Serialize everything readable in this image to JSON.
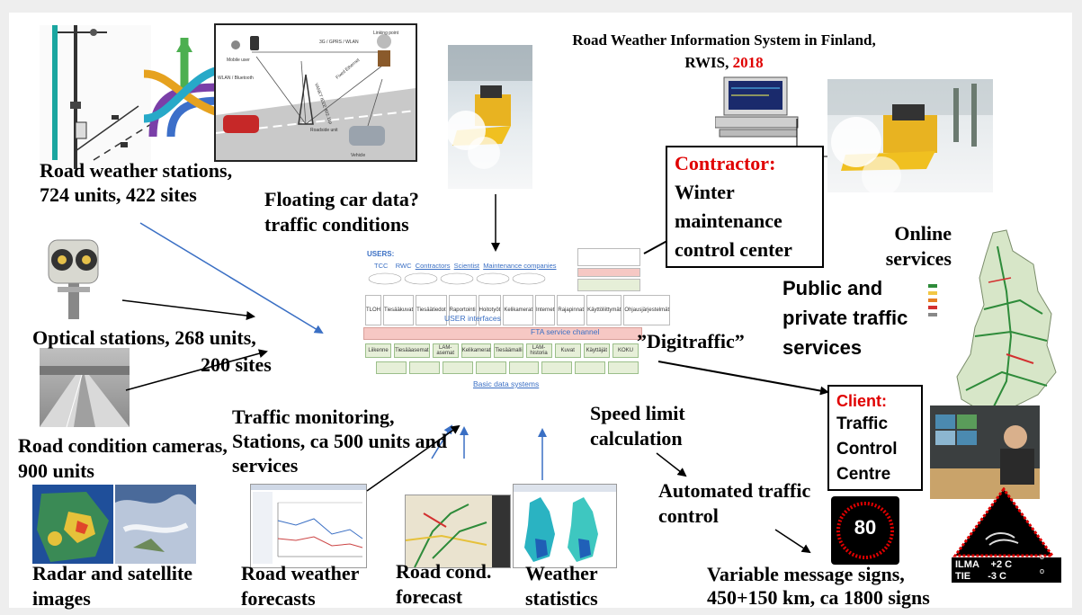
{
  "title": {
    "line1": "Road Weather Information System in Finland,",
    "line2_prefix": "RWIS, ",
    "line2_year": "2018"
  },
  "labels": {
    "rws": "Road weather stations, 724 units, 422 sites",
    "floating": "Floating car data? traffic conditions",
    "optical": "Optical stations, 268 units,",
    "optical_sites": "200 sites",
    "cameras": "Road condition cameras, 900 units",
    "tms": "Traffic monitoring, Stations, ca 500 units and services",
    "radar": "Radar and satellite images",
    "rw_forecasts": "Road weather forecasts",
    "road_cond": "Road cond. forecast",
    "weather_stats": "Weather statistics",
    "speed_limit": "Speed limit calculation",
    "automated": "Automated traffic control",
    "vms": "Variable message signs, 450+150 km, ca 1800 signs",
    "online": "Online services",
    "public_private": "Public and private traffic services",
    "digitraffic": "”Digitraffic”"
  },
  "contractor": {
    "heading": "Contractor:",
    "body": "Winter maintenance control center"
  },
  "client": {
    "heading": "Client:",
    "body": "Traffic Control Centre"
  },
  "fta": {
    "users_title": "USERS:",
    "user_groups": [
      "TCC",
      "RWC",
      "Contractors",
      "Scientist",
      "Maintenance companies"
    ],
    "user_interfaces": "USER interfaces",
    "service_channel": "FTA service channel",
    "basic_data": "Basic data systems",
    "top_modules": [
      "TLOH",
      "Tiesääkuvat",
      "Tiesäätiedot",
      "Raportointi",
      "Hoitotyöt",
      "Kelikamerat",
      "Internet",
      "Rajapinnat",
      "Käyttöliittymät",
      "Ohjausjärjestelmät"
    ],
    "bottom_modules": [
      "Liikenne",
      "Tiesääasemat",
      "LAM-asemat",
      "Kelikamerat",
      "Tiesäämalli",
      "LAM-historia",
      "Kuvat",
      "Käyttäjät",
      "KOKU"
    ]
  },
  "vms_sign": {
    "speed": "80",
    "ilma_label": "ILMA",
    "ilma_value": "+2 C",
    "tie_label": "TIE",
    "tie_value": "-3 C",
    "degree": "o"
  },
  "network": {
    "texts": [
      "3G / GPRS / WLAN",
      "WLAN / Bluetooth",
      "Linking point",
      "Fixed Ethernet",
      "VANET IEEE 802.11p",
      "Roadside unit",
      "Mobile user",
      "Vehicle"
    ]
  },
  "colors": {
    "red": "#e00000",
    "blue_arrow": "#3a6fc4",
    "fta_blue": "#4a7fd0",
    "fta_red_bar": "#f6c8c4"
  }
}
